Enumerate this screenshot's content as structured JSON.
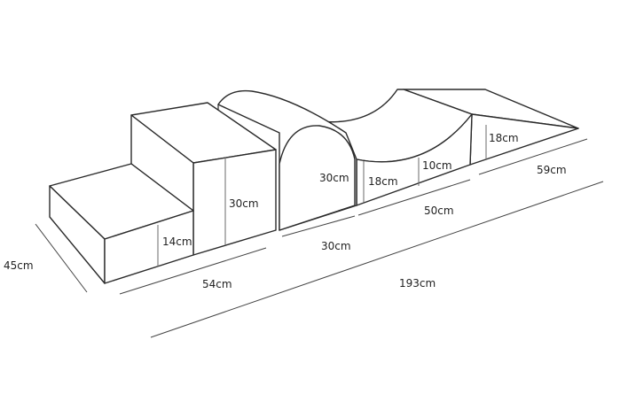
{
  "labels": {
    "height_outer": "45cm",
    "step_low": "14cm",
    "step_high": "30cm",
    "tunnel_height": "30cm",
    "tunnel_length": "30cm",
    "section_base_length": "54cm",
    "total_length": "193cm",
    "wave_front": "18cm",
    "wave_inner": "10cm",
    "wave_length": "50cm",
    "ramp_height": "18cm",
    "ramp_length": "59cm"
  }
}
